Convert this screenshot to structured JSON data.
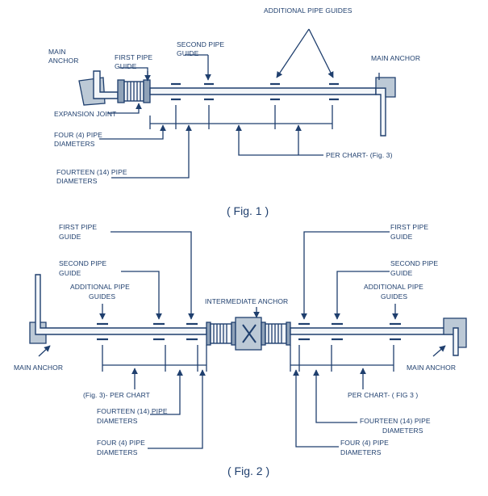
{
  "fig1": {
    "caption": "( Fig. 1 )",
    "labels": {
      "additional_guides": "ADDITIONAL PIPE GUIDES",
      "main_anchor_left_1": "MAIN",
      "main_anchor_left_2": "ANCHOR",
      "first_guide_1": "FIRST PIPE",
      "first_guide_2": "GUIDE",
      "second_guide_1": "SECOND PIPE",
      "second_guide_2": "GUIDE",
      "main_anchor_right": "MAIN ANCHOR",
      "expansion_joint": "EXPANSION JOINT",
      "four_diam_1": "FOUR (4) PIPE",
      "four_diam_2": "DIAMETERS",
      "fourteen_diam_1": "FOURTEEN (14) PIPE",
      "fourteen_diam_2": "DIAMETERS",
      "per_chart": "PER CHART- (Fig. 3)"
    }
  },
  "fig2": {
    "caption": "( Fig. 2 )",
    "labels": {
      "first_guide_left_1": "FIRST PIPE",
      "first_guide_left_2": "GUIDE",
      "second_guide_left_1": "SECOND PIPE",
      "second_guide_left_2": "GUIDE",
      "additional_guides_left_1": "ADDITIONAL PIPE",
      "additional_guides_left_2": "GUIDES",
      "intermediate_anchor": "INTERMEDIATE ANCHOR",
      "main_anchor_left": "MAIN ANCHOR",
      "per_chart_left": "(Fig. 3)- PER CHART",
      "fourteen_left_1": "FOURTEEN (14) PIPE",
      "fourteen_left_2": "DIAMETERS",
      "four_left_1": "FOUR (4) PIPE",
      "four_left_2": "DIAMETERS",
      "first_guide_right_1": "FIRST PIPE",
      "first_guide_right_2": "GUIDE",
      "second_guide_right_1": "SECOND PIPE",
      "second_guide_right_2": "GUIDE",
      "additional_guides_right_1": "ADDITIONAL PIPE",
      "additional_guides_right_2": "GUIDES",
      "main_anchor_right": "MAIN ANCHOR",
      "per_chart_right": "PER CHART- ( FIG 3 )",
      "fourteen_right_1": "FOURTEEN (14) PIPE",
      "fourteen_right_2": "DIAMETERS",
      "four_right_1": "FOUR (4) PIPE",
      "four_right_2": "DIAMETERS"
    }
  }
}
